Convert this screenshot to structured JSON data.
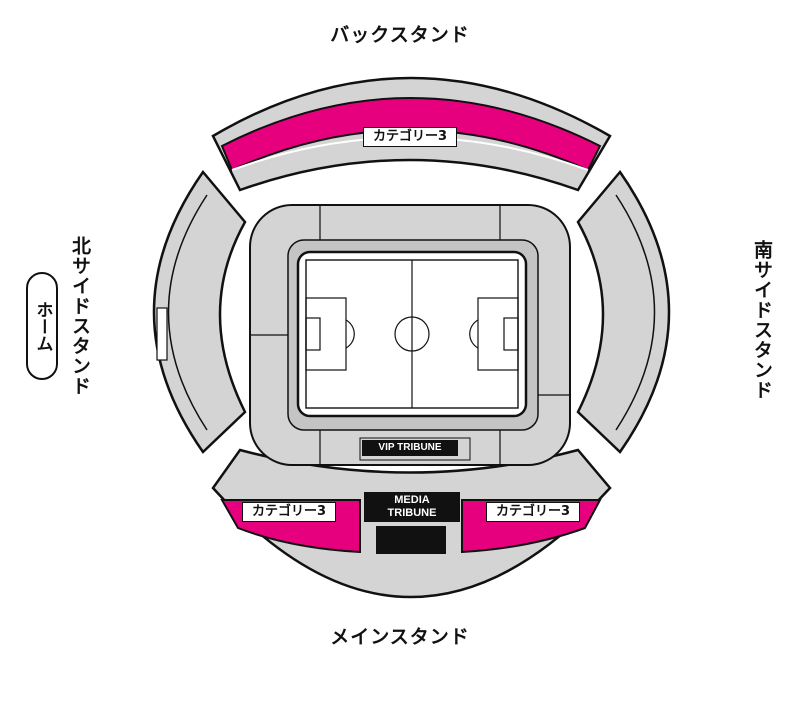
{
  "stands": {
    "back": "バックスタンド",
    "main": "メインスタンド",
    "north": "北サイドスタンド",
    "south": "南サイドスタンド"
  },
  "home_label": "ホーム",
  "sections": {
    "back_category": "カテゴリー3",
    "main_left_category": "カテゴリー3",
    "main_right_category": "カテゴリー3",
    "vip_tribune": "VIP TRIBUNE",
    "media_tribune_line1": "MEDIA",
    "media_tribune_line2": "TRIBUNE"
  },
  "colors": {
    "category_highlight": "#e6007e",
    "stand_gray": "#d4d4d4",
    "outline": "#111111",
    "pitch": "#ffffff"
  }
}
